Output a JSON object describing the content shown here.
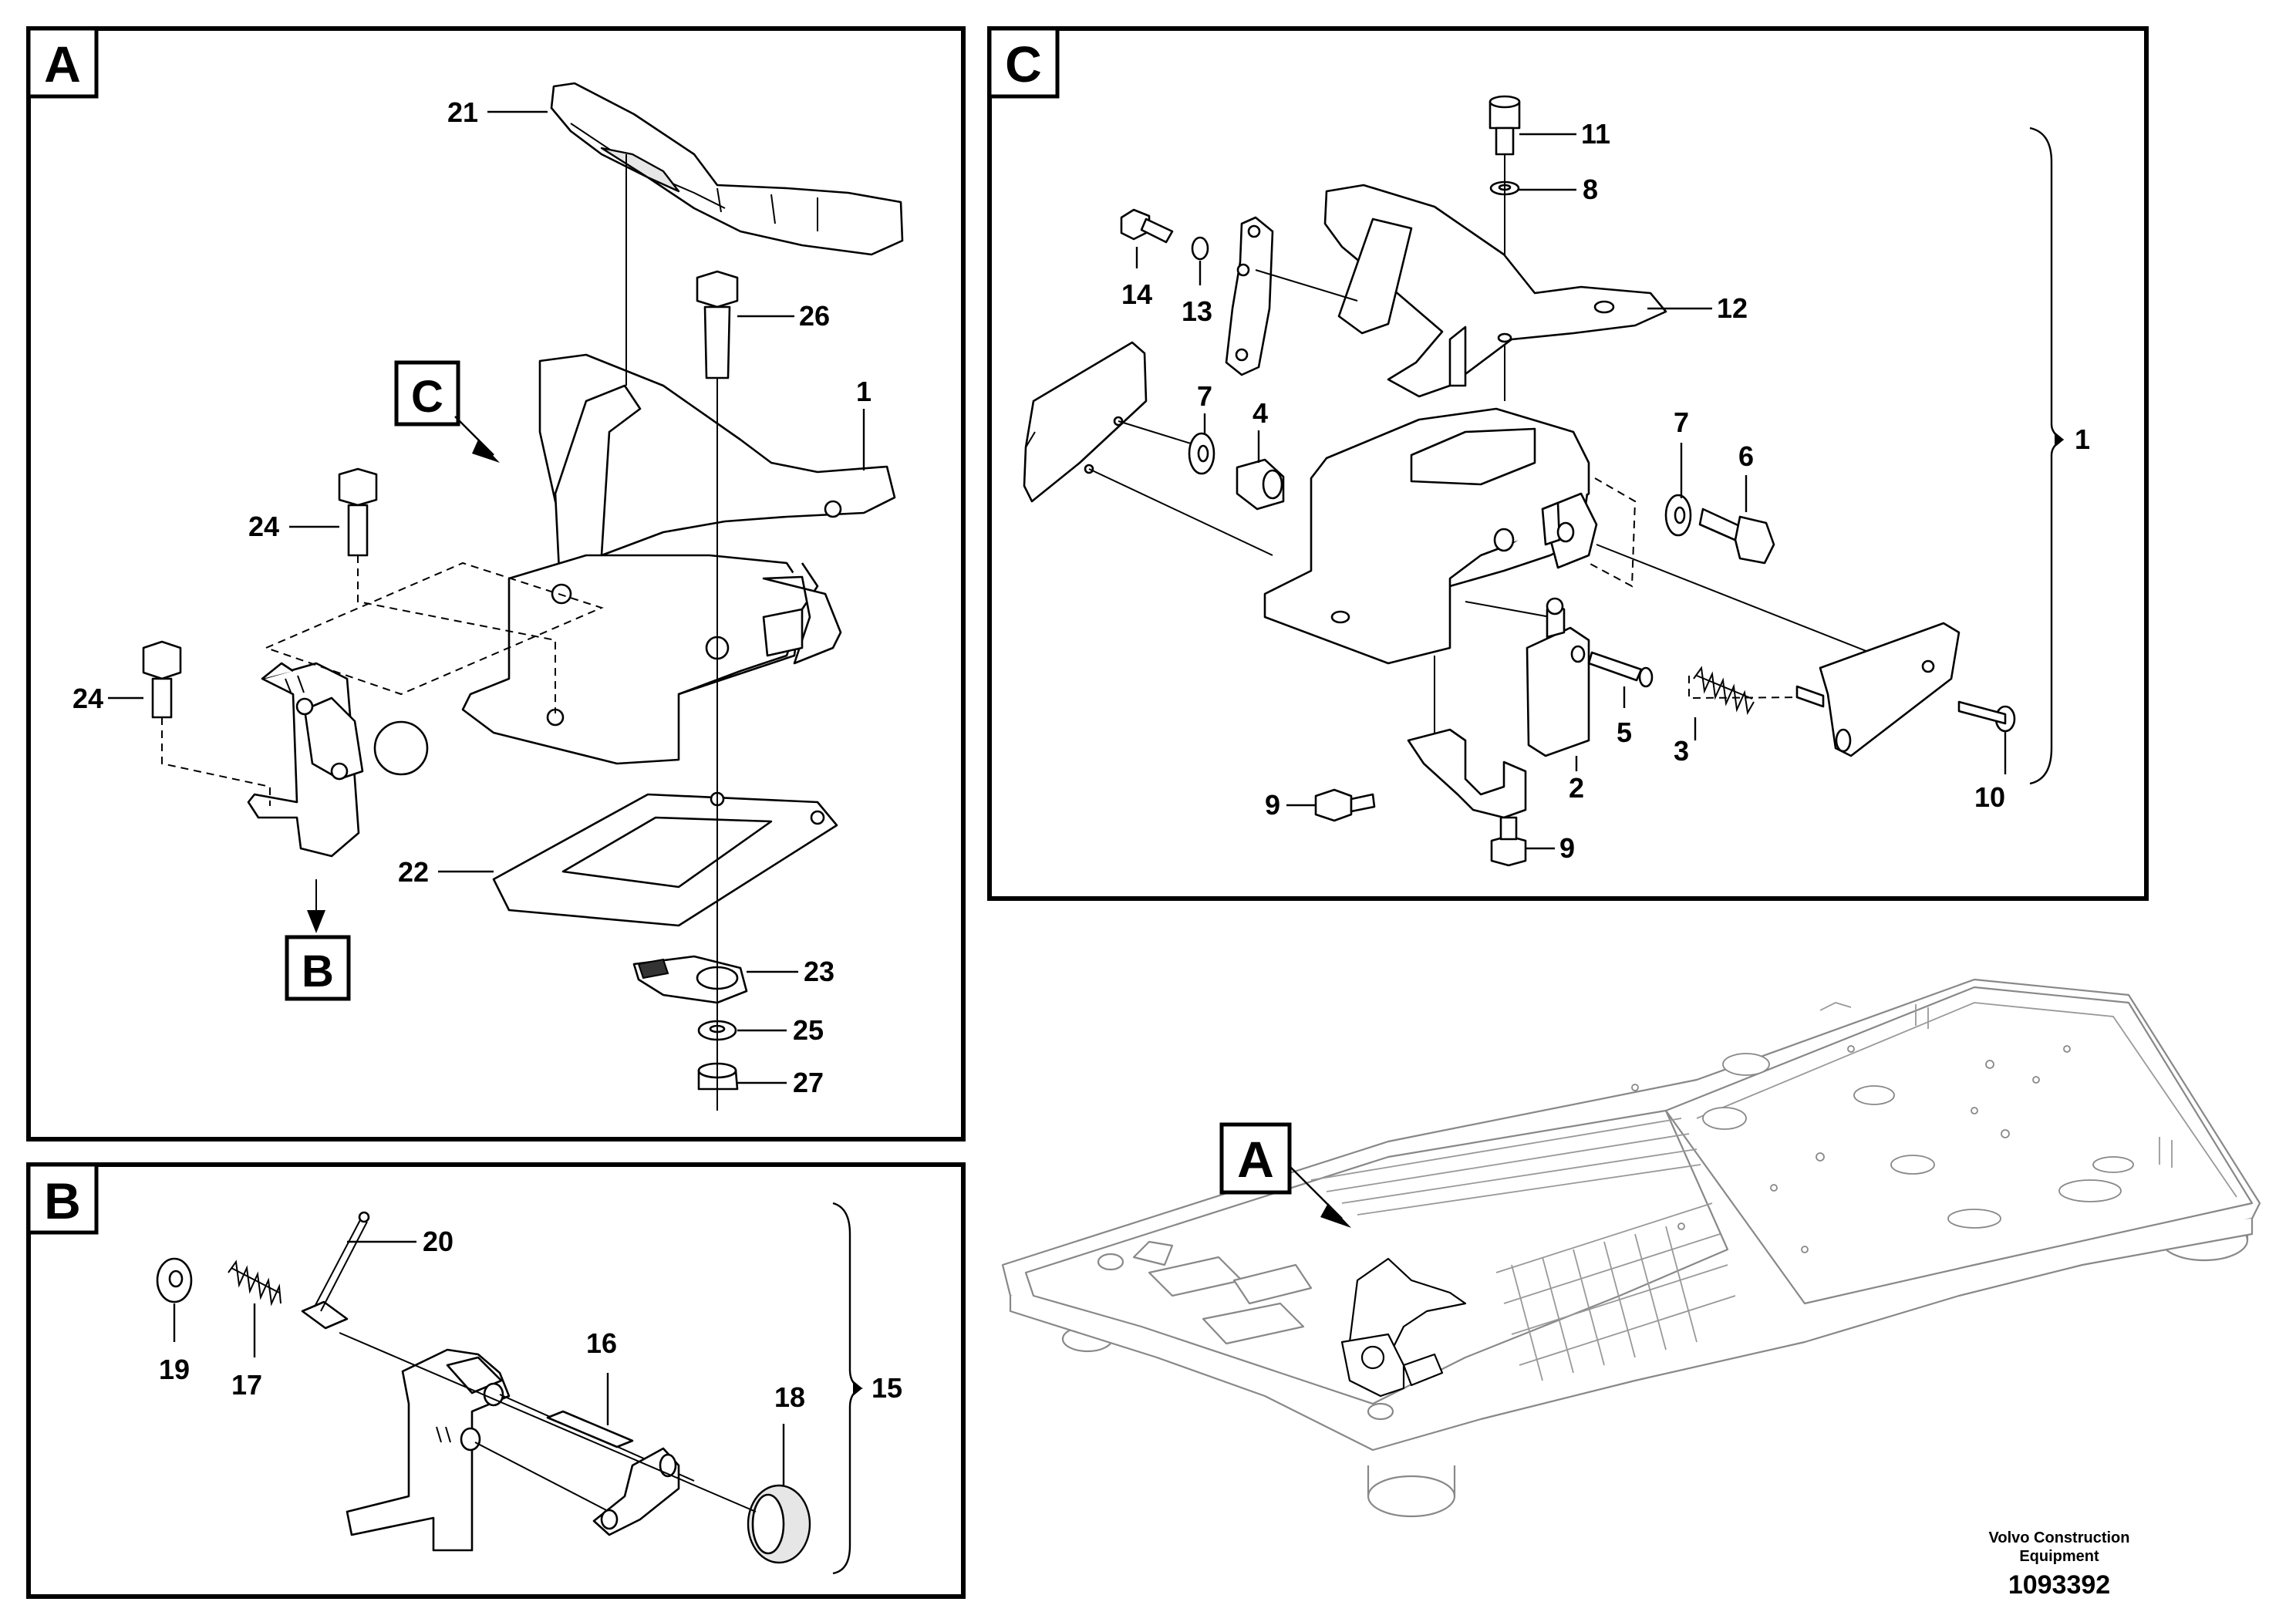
{
  "panels": {
    "a": {
      "label": "A"
    },
    "b": {
      "label": "B"
    },
    "c": {
      "label": "C"
    }
  },
  "refs": {
    "c_in_a": "C",
    "b_in_a": "B",
    "a_in_overview": "A"
  },
  "callouts_a": [
    "21",
    "26",
    "1",
    "24",
    "24",
    "22",
    "23",
    "25",
    "27"
  ],
  "callouts_b": [
    "20",
    "19",
    "17",
    "16",
    "18",
    "15"
  ],
  "callouts_c": [
    "11",
    "8",
    "14",
    "13",
    "12",
    "7",
    "4",
    "7",
    "6",
    "1",
    "5",
    "3",
    "2",
    "9",
    "9",
    "10"
  ],
  "caption": {
    "company_line1": "Volvo Construction",
    "company_line2": "Equipment",
    "drawing_number": "1093392"
  }
}
